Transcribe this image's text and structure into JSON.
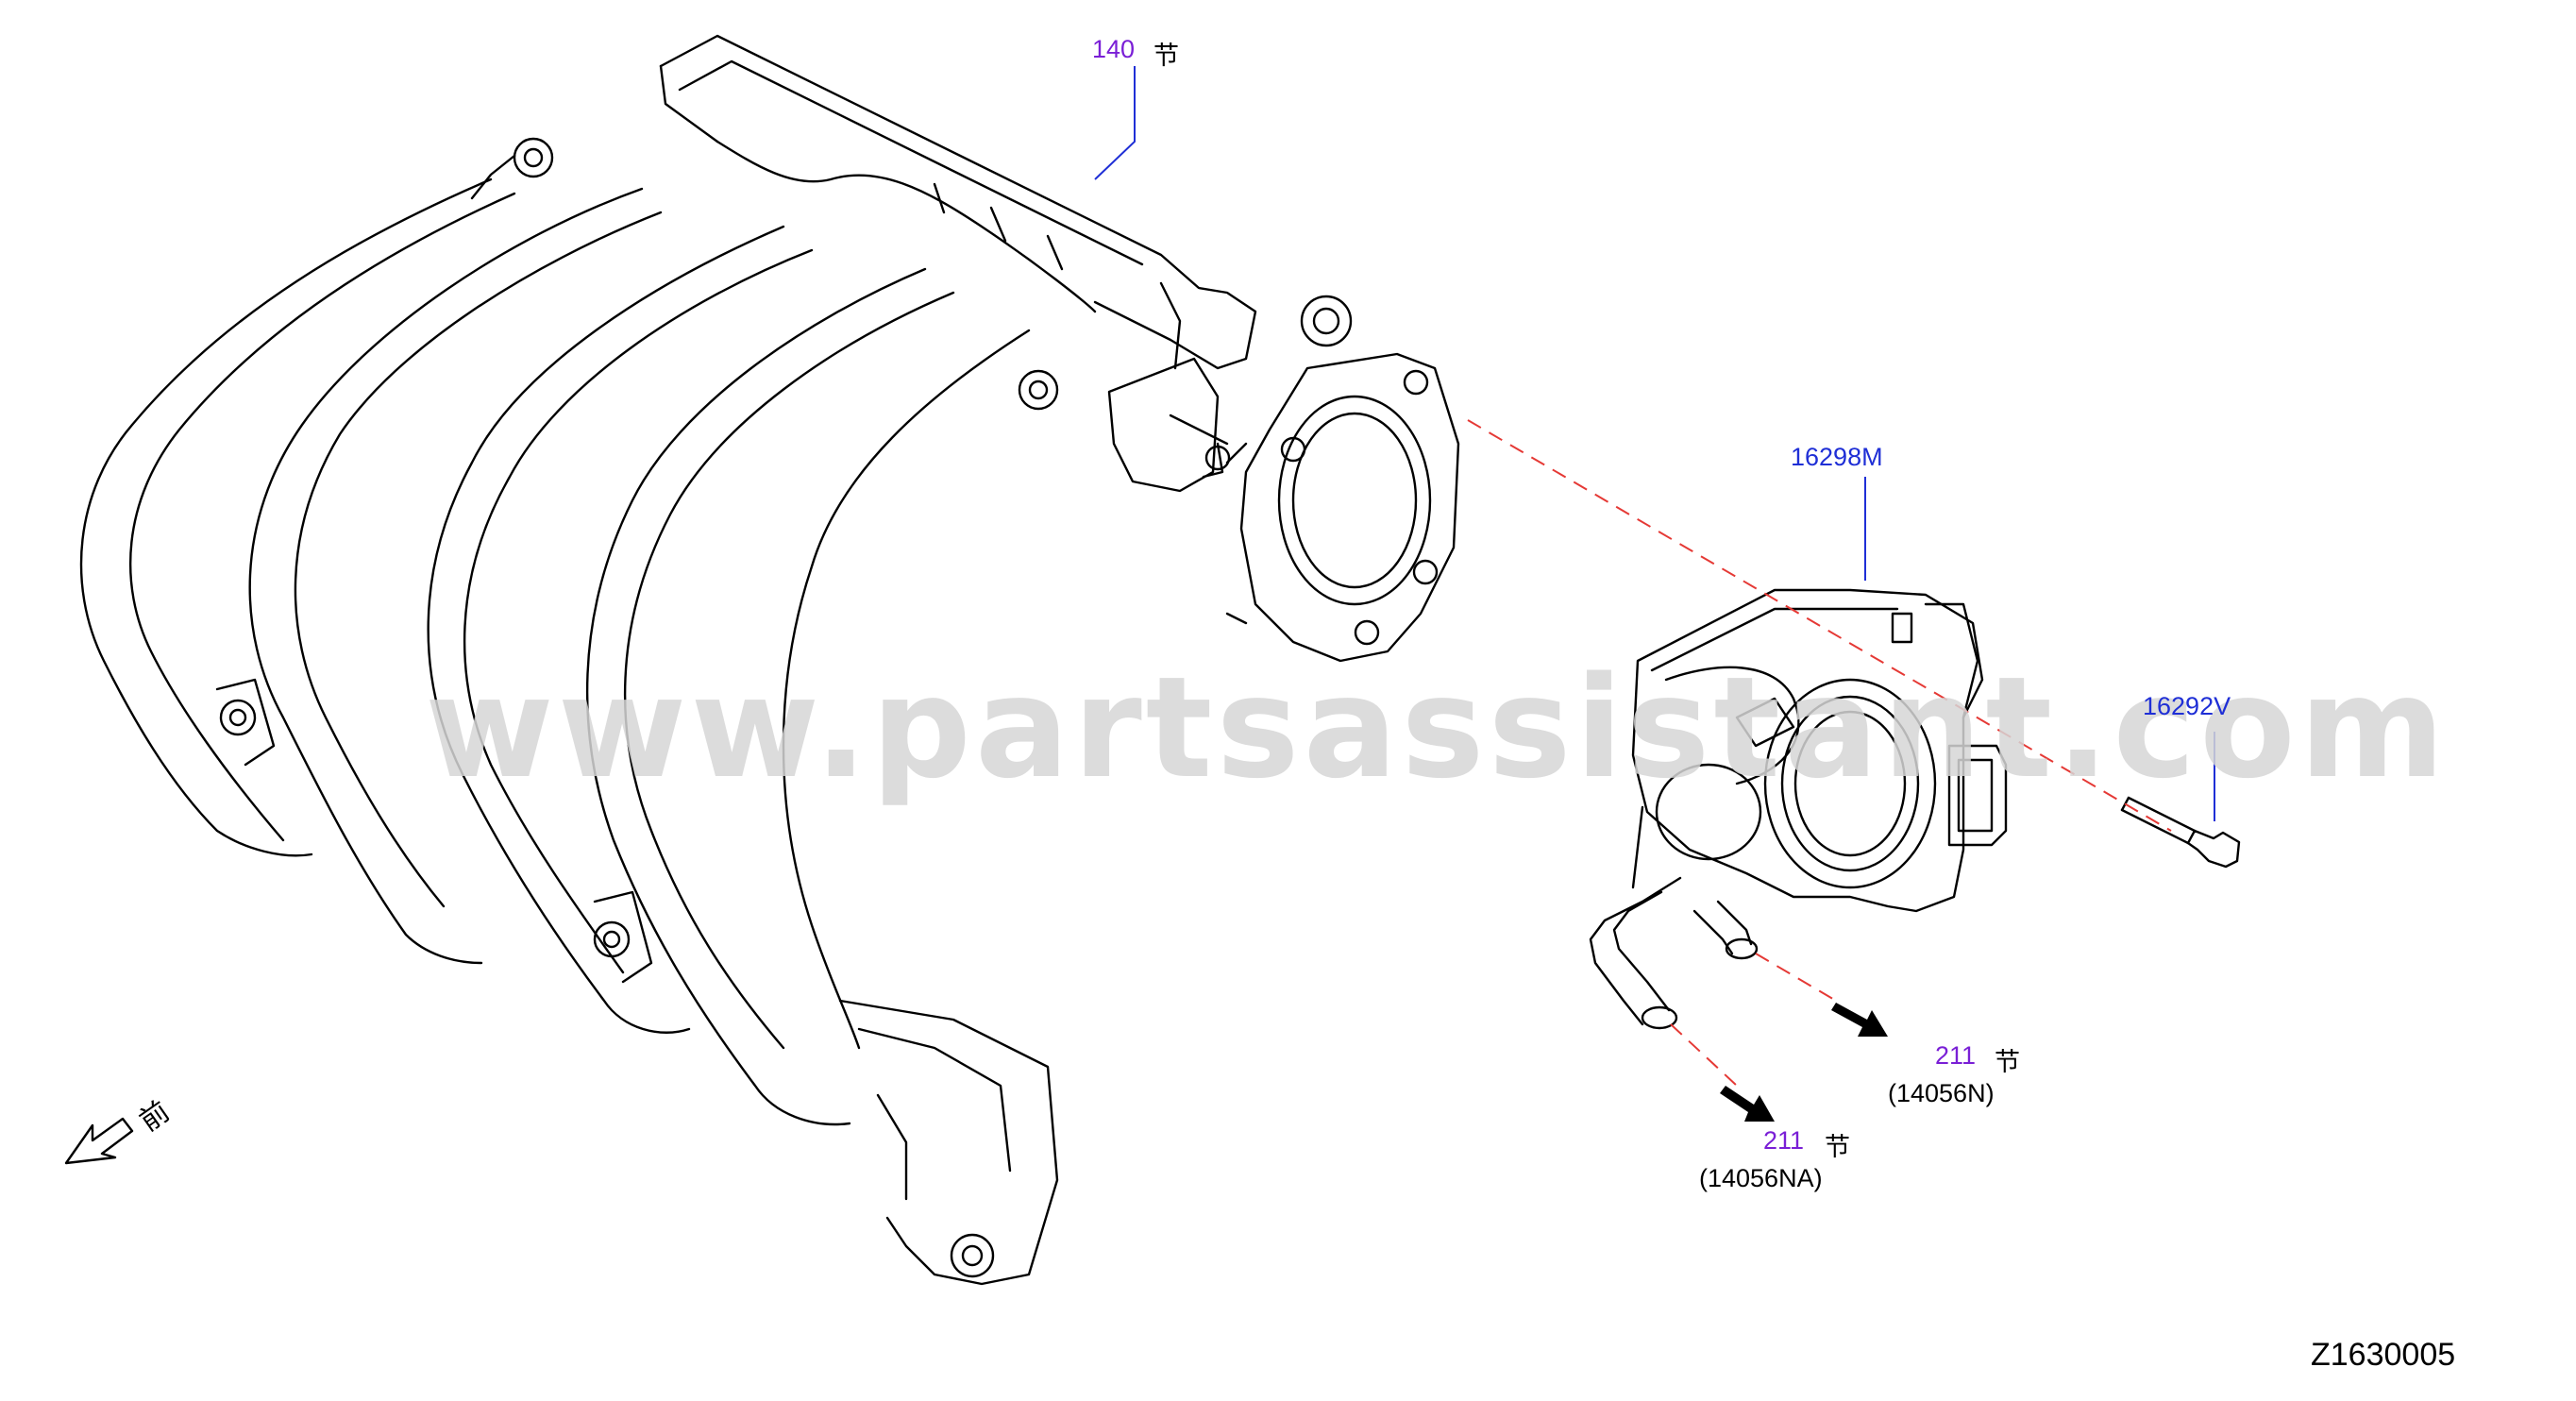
{
  "callouts": {
    "c140": {
      "num": "140",
      "suffix": "节"
    },
    "c16298": {
      "num": "16298M"
    },
    "c16292": {
      "num": "16292V"
    },
    "c211a": {
      "num": "211",
      "suffix": "节",
      "sub": "(14056N)"
    },
    "c211b": {
      "num": "211",
      "suffix": "节",
      "sub": "(14056NA)"
    }
  },
  "front_label": "前",
  "watermark": "www.partsassistant.com",
  "figure_code": "Z1630005",
  "colors": {
    "callout_purple": "#7a1fd6",
    "callout_blue": "#1f2fd6",
    "leader": "#1f2fd6",
    "dash": "#e53935",
    "line": "#000000",
    "watermark": "#d6d6d6"
  },
  "icons": [
    "front-arrow-icon",
    "flow-arrow-icon"
  ]
}
